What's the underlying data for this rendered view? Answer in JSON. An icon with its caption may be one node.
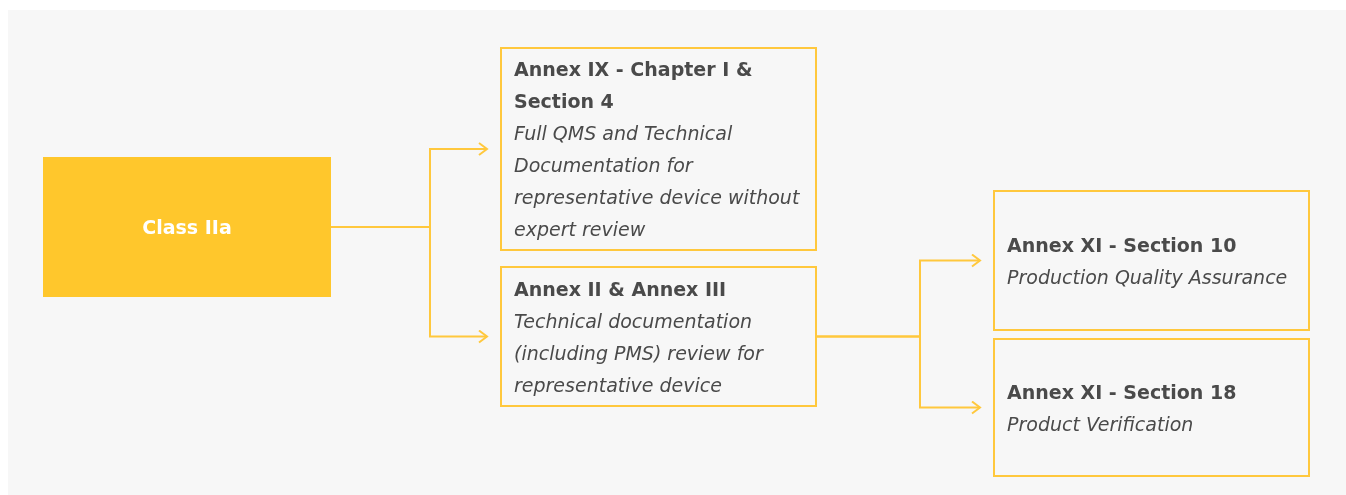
{
  "diagram": {
    "nodes": [
      {
        "text": [
          "Class IIa"
        ]
      },
      {
        "text": [
          "Annex IX - Chapter I & Section 4",
          "Full QMS and Technical Documentation for representative device without expert review"
        ]
      },
      {
        "text": [
          "Annex II & Annex III",
          "Technical documentation (including PMS) review for representative device"
        ]
      },
      {
        "text": [
          "Annex XI - Section 10",
          "Production Quality Assurance"
        ]
      },
      {
        "text": [
          "Annex XI - Section 18",
          "Product Verification"
        ]
      }
    ],
    "edges": [
      {
        "from": 0,
        "to": 1,
        "arrow": "to"
      },
      {
        "from": 0,
        "to": 2,
        "arrow": "to"
      },
      {
        "from": 2,
        "to": 3,
        "arrow": "to"
      },
      {
        "from": 2,
        "to": 4,
        "arrow": "to"
      }
    ]
  }
}
